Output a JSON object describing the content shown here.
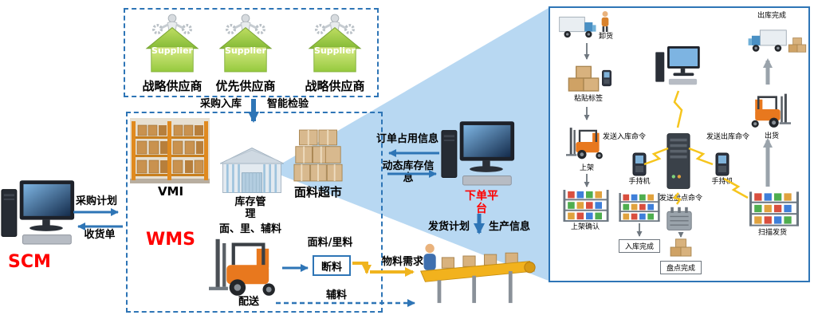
{
  "colors": {
    "accent_blue": "#2e75b6",
    "red": "#ff0000",
    "yellow": "#f0b41e",
    "green": "#8cc63e",
    "orange": "#e8781e"
  },
  "scm": {
    "label": "SCM",
    "purchase_plan": "采购计划",
    "receipt": "收货单"
  },
  "suppliers": {
    "house_label": "Supplier",
    "items": [
      {
        "label": "战略供应商"
      },
      {
        "label": "优先供应商"
      },
      {
        "label": "战略供应商"
      }
    ],
    "inbound_label": "采购入库",
    "inspection_label": "智能检验"
  },
  "wms": {
    "title": "WMS",
    "vmi_label": "VMI",
    "inventory_label": "库存管理",
    "materials_label": "面、里、辅料",
    "fabric_market_label": "面料超市",
    "delivery_label": "配送",
    "fabric_lining_label": "面料/里料",
    "cut_label": "断料",
    "auxiliary_label": "辅料"
  },
  "platform": {
    "title": "下单平台",
    "order_occupy_label": "订单占用信息",
    "dynamic_inventory_label": "动态库存信息",
    "ship_plan_label": "发货计划",
    "production_label": "生产信息",
    "material_demand_label": "物料需求"
  },
  "panel": {
    "unload_label": "卸货",
    "tag_label": "粘贴标签",
    "shelve_label": "上架",
    "shelve_confirm_label": "上架确认",
    "send_inbound_label": "发送入库命令",
    "send_count_label": "发送盘点命令",
    "send_outbound_label": "发送出库命令",
    "handheld_left_label": "手持机",
    "handheld_right_label": "手持机",
    "inbound_done_label": "入库完成",
    "count_done_label": "盘点完成",
    "outbound_done_label": "出库完成",
    "ship_label": "出货",
    "scan_ship_label": "扫描发货"
  }
}
